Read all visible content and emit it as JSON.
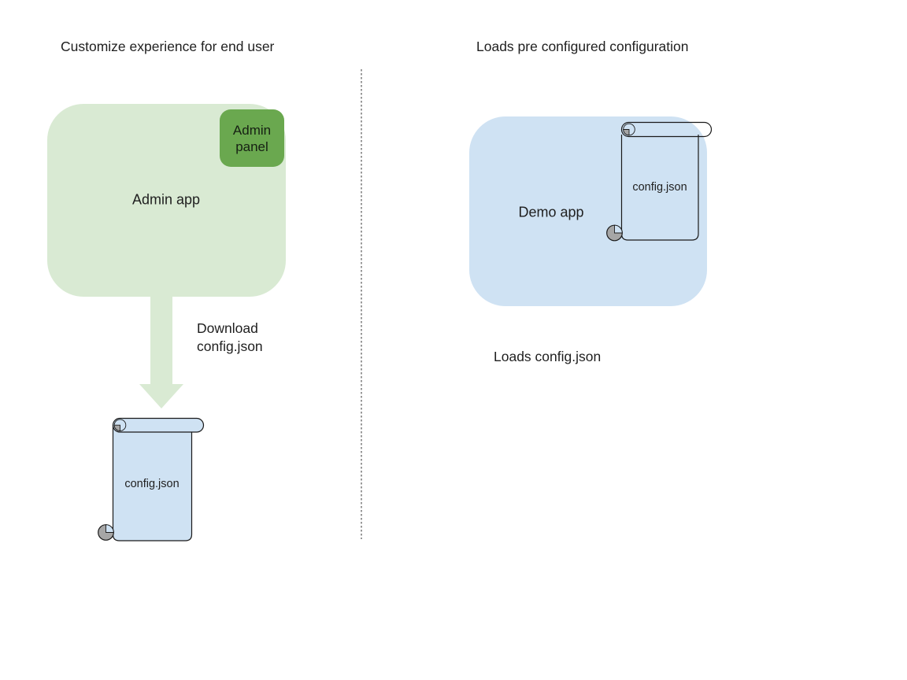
{
  "left_panel": {
    "title": "Customize experience for end user",
    "admin_app_label": "Admin app",
    "admin_panel_label": "Admin panel",
    "download_note": "Download config.json",
    "config_file_label": "config.json"
  },
  "right_panel": {
    "title": "Loads pre configured configuration",
    "demo_app_label": "Demo app",
    "config_file_label": "config.json",
    "loads_note": "Loads config.json"
  },
  "icons": {
    "down_arrow": "down-arrow",
    "config_scroll": "scroll-document"
  },
  "colors": {
    "green-light": "#d9ead3",
    "green-mid": "#6aa84f",
    "blue-light": "#cfe2f3",
    "curl-gray": "#a6a6a6",
    "outline": "#1a1a1a",
    "divider": "#999999"
  }
}
